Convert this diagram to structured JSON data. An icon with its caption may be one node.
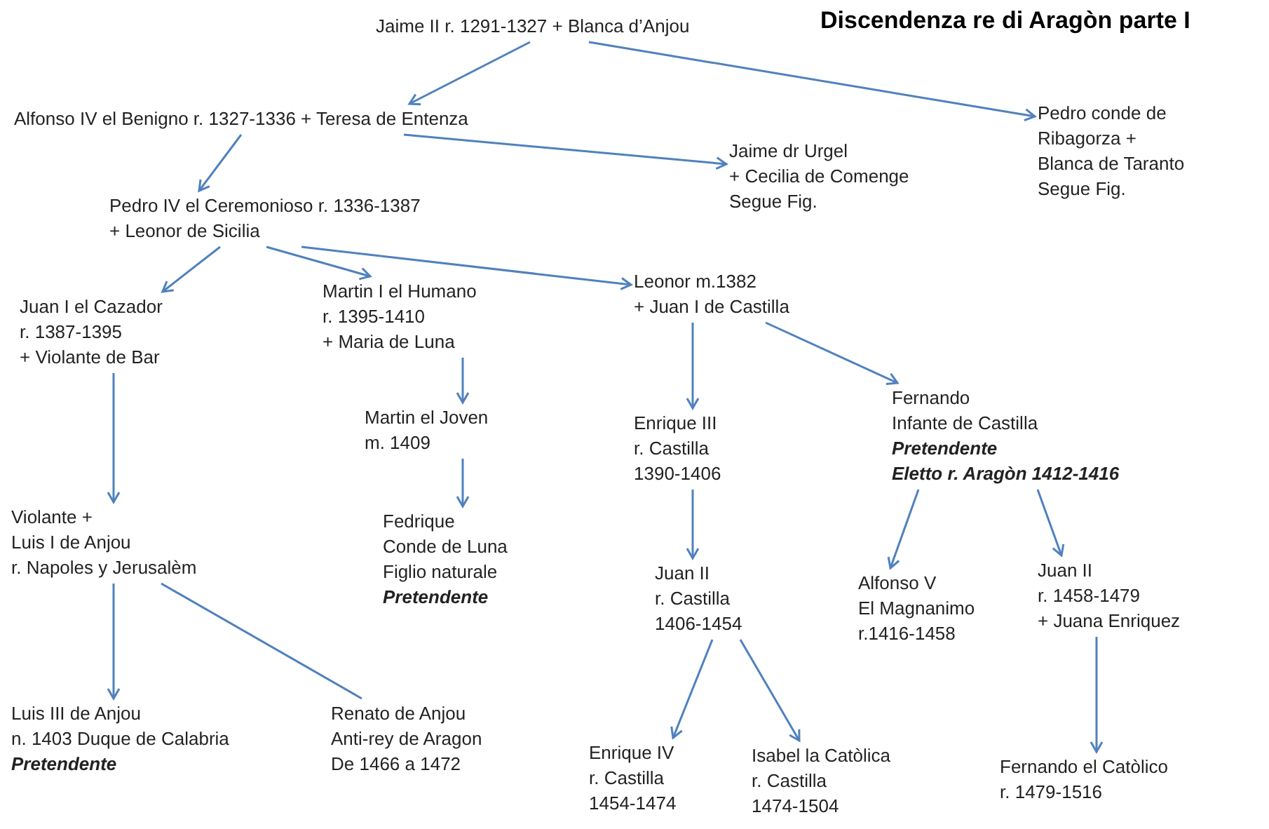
{
  "diagram": {
    "title": "Discendenza re di Aragòn parte I",
    "nodes": [
      {
        "text": [
          "Jaime II r. 1291-1327 + Blanca d’Anjou"
        ]
      },
      {
        "text": [
          "Alfonso IV el Benigno r. 1327-1336 + Teresa de Entenza"
        ]
      },
      {
        "text": [
          "Jaime dr Urgel",
          "+ Cecilia de Comenge",
          "Segue Fig."
        ]
      },
      {
        "text": [
          "Pedro conde de",
          "Ribagorza +",
          "Blanca de Taranto",
          "Segue Fig."
        ]
      },
      {
        "text": [
          "Pedro IV el Ceremonioso r. 1336-1387",
          "+ Leonor de Sicilia"
        ]
      },
      {
        "text": [
          "Juan I el Cazador",
          "r. 1387-1395",
          "+ Violante de Bar"
        ]
      },
      {
        "text": [
          "Martin I el Humano",
          "r. 1395-1410",
          "+ Maria de Luna"
        ]
      },
      {
        "text": [
          "Leonor m.1382",
          "+ Juan I de Castilla"
        ]
      },
      {
        "text": [
          "Martin el Joven",
          "m. 1409"
        ]
      },
      {
        "text": [
          "Enrique III",
          "r. Castilla",
          "1390-1406"
        ]
      },
      {
        "text": [
          "Fernando",
          "Infante de Castilla",
          "Pretendente",
          "Eletto r. Aragòn 1412-1416"
        ]
      },
      {
        "text": [
          "Fedrique",
          "Conde de Luna",
          "Figlio naturale",
          "Pretendente"
        ]
      },
      {
        "text": [
          "Violante +",
          "Luis I de Anjou",
          "r. Napoles y Jerusalèm"
        ]
      },
      {
        "text": [
          "Juan II",
          "r. Castilla",
          "1406-1454"
        ]
      },
      {
        "text": [
          "Alfonso V",
          "El Magnanimo",
          "r.1416-1458"
        ]
      },
      {
        "text": [
          "Juan II",
          "r. 1458-1479",
          "+ Juana Enriquez"
        ]
      },
      {
        "text": [
          "Luis III de Anjou",
          "n. 1403 Duque de Calabria",
          "Pretendente"
        ]
      },
      {
        "text": [
          "Renato de Anjou",
          "Anti-rey de Aragon",
          "De 1466 a 1472"
        ]
      },
      {
        "text": [
          "Enrique IV",
          "r. Castilla",
          "1454-1474"
        ]
      },
      {
        "text": [
          "Isabel la Catòlica",
          "r. Castilla",
          "1474-1504"
        ]
      },
      {
        "text": [
          "Fernando el Catòlico",
          "r. 1479-1516"
        ]
      }
    ],
    "edges": [
      {
        "from": 0,
        "to": 1,
        "arrow": "to"
      },
      {
        "from": 0,
        "to": 3,
        "arrow": "to"
      },
      {
        "from": 1,
        "to": 4,
        "arrow": "to"
      },
      {
        "from": 1,
        "to": 2,
        "arrow": "to"
      },
      {
        "from": 4,
        "to": 5,
        "arrow": "to"
      },
      {
        "from": 4,
        "to": 6,
        "arrow": "to"
      },
      {
        "from": 4,
        "to": 7,
        "arrow": "to"
      },
      {
        "from": 7,
        "to": 9,
        "arrow": "to"
      },
      {
        "from": 7,
        "to": 10,
        "arrow": "to"
      },
      {
        "from": 6,
        "to": 8,
        "arrow": "to"
      },
      {
        "from": 5,
        "to": 12,
        "arrow": "to"
      },
      {
        "from": 8,
        "to": 11,
        "arrow": "to"
      },
      {
        "from": 9,
        "to": 13,
        "arrow": "to"
      },
      {
        "from": 10,
        "to": 14,
        "arrow": "to"
      },
      {
        "from": 10,
        "to": 15,
        "arrow": "to"
      },
      {
        "from": 12,
        "to": 16,
        "arrow": "to"
      },
      {
        "from": 12,
        "to": 17,
        "arrow": "none"
      },
      {
        "from": 13,
        "to": 18,
        "arrow": "to"
      },
      {
        "from": 13,
        "to": 19,
        "arrow": "to"
      },
      {
        "from": 15,
        "to": 20,
        "arrow": "to"
      }
    ]
  }
}
